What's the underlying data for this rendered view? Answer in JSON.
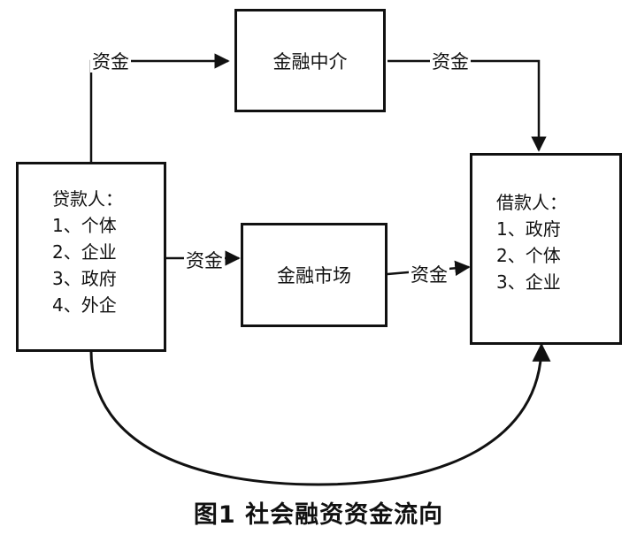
{
  "diagram": {
    "lender": {
      "title": "贷款人：",
      "items": [
        "1、个体",
        "2、企业",
        "3、政府",
        "4、外企"
      ]
    },
    "borrower": {
      "title": "借款人：",
      "items": [
        "1、政府",
        "2、个体",
        "3、企业"
      ]
    },
    "intermediary": {
      "label": "金融中介"
    },
    "market": {
      "label": "金融市场"
    },
    "flow_label": "资金"
  },
  "caption": "图1  社会融资资金流向"
}
